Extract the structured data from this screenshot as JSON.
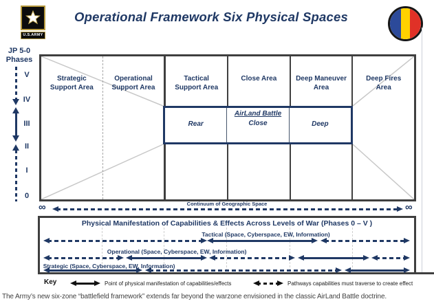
{
  "header": {
    "title": "Operational Framework Six Physical Spaces",
    "logo_text": "U.S.ARMY"
  },
  "phases_axis": {
    "label_line1": "JP 5-0",
    "label_line2": "Phases",
    "ticks": [
      "V",
      "IV",
      "III",
      "II",
      "I",
      "0"
    ]
  },
  "table": {
    "columns": [
      "Strategic\nSupport Area",
      "Operational\nSupport Area",
      "Tactical\nSupport Area",
      "Close Area",
      "Deep Maneuver\nArea",
      "Deep Fires\nArea"
    ],
    "airland": {
      "title": "AirLand Battle",
      "cells": [
        "Rear",
        "Close",
        "Deep"
      ]
    }
  },
  "continuum": {
    "label": "Continuum of Geographic Space",
    "infinity": "∞"
  },
  "levels_box": {
    "title": "Physical Manifestation of Capabilities & Effects Across Levels of War (Phases 0 – V )",
    "rows": [
      {
        "label": "Tactical (Space, Cyberspace, EW, Information)"
      },
      {
        "label": "Operational (Space, Cyberspace, EW, Information)"
      },
      {
        "label": "Strategic (Space, Cyberspace, EW, Information)"
      }
    ]
  },
  "key": {
    "label": "Key",
    "solid_meaning": "Point of physical manifestation of capabilities/effects",
    "dashed_meaning": "Pathways capabilities must traverse to create effect"
  },
  "caption": "The Army’s new six-zone “battlefield framework” extends far beyond the warzone envisioned in the classic AirLand Battle doctrine.",
  "colors": {
    "navy": "#1F3864",
    "border_dark": "#3F3F3F",
    "diag": "#C8C8C8",
    "stripe_blue": "#2C4A9A",
    "stripe_yellow": "#FFD200",
    "stripe_red": "#E03127",
    "gold": "#B79A3D",
    "black": "#111111"
  }
}
